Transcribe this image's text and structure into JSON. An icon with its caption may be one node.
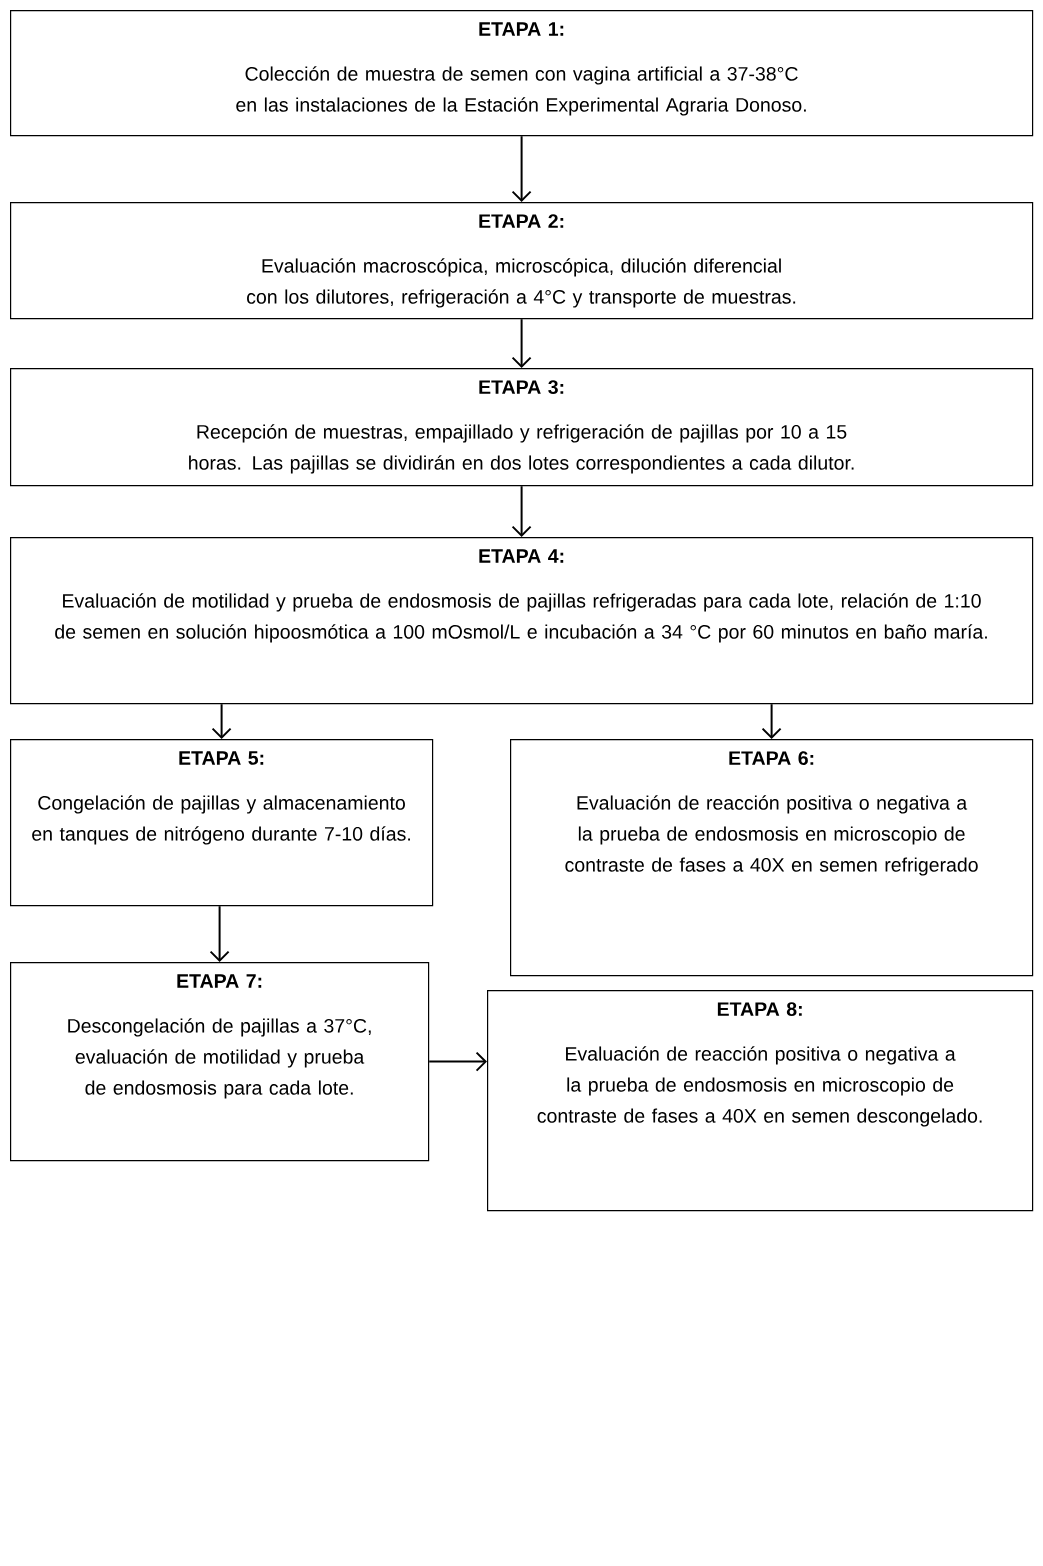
{
  "diagram": {
    "nodes": [
      {
        "text": [
          "ETAPA 1:",
          "Colección de muestra de semen con vagina artificial a 37-38°C en las instalaciones de la Estación Experimental Agraria Donoso."
        ]
      },
      {
        "text": [
          "ETAPA 2:",
          "Evaluación macroscópica, microscópica, dilución diferencial con los dilutores, refrigeración a 4°C y transporte de muestras."
        ]
      },
      {
        "text": [
          "ETAPA 3:",
          "Recepción de muestras, empajillado y refrigeración de pajillas por 10 a 15 horas. Las pajillas se dividirán en dos lotes correspondientes a cada dilutor."
        ]
      },
      {
        "text": [
          "ETAPA 4:",
          "Evaluación de motilidad y prueba de endosmosis de pajillas refrigeradas para cada lote, relación de 1:10 de semen en solución hipoosmótica a 100 mOsmol/L e incubación a 34 °C por 60 minutos en baño maría."
        ]
      },
      {
        "text": [
          "ETAPA 5:",
          "Congelación de pajillas y almacenamiento en tanques de nitrógeno durante 7-10 días."
        ]
      },
      {
        "text": [
          "ETAPA 6:",
          "Evaluación de reacción positiva o negativa a la prueba de endosmosis en microscopio de contraste de fases a 40X en semen refrigerado"
        ]
      },
      {
        "text": [
          "ETAPA 7:",
          "Descongelación de pajillas a 37°C, evaluación de motilidad y prueba de endosmosis para cada lote."
        ]
      },
      {
        "text": [
          "ETAPA 8:",
          "Evaluación de reacción positiva o negativa a la prueba de endosmosis en microscopio de contraste de fases a 40X en semen descongelado."
        ]
      }
    ],
    "edges": [
      {
        "from": 0,
        "to": 1,
        "arrow": "to"
      },
      {
        "from": 1,
        "to": 2,
        "arrow": "to"
      },
      {
        "from": 2,
        "to": 3,
        "arrow": "to"
      },
      {
        "from": 3,
        "to": 4,
        "arrow": "to"
      },
      {
        "from": 3,
        "to": 5,
        "arrow": "to"
      },
      {
        "from": 4,
        "to": 6,
        "arrow": "to"
      },
      {
        "from": 6,
        "to": 7,
        "arrow": "to"
      }
    ]
  }
}
